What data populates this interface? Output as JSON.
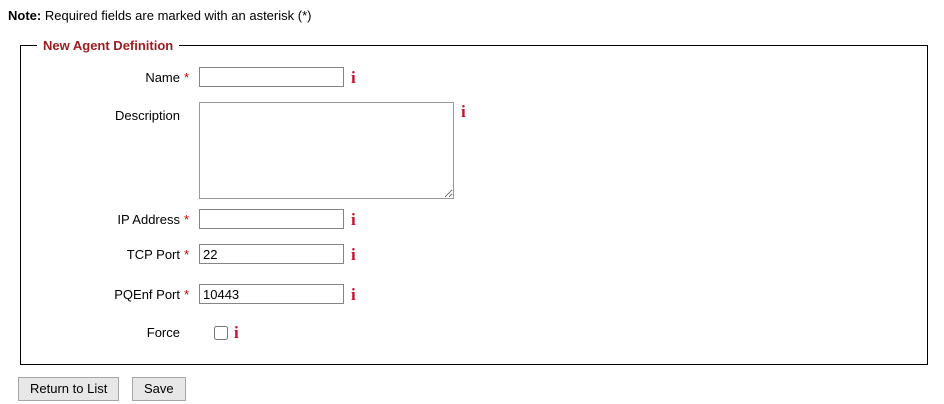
{
  "note": {
    "label": "Note:",
    "text": "Required fields are marked with an asterisk (*)"
  },
  "form": {
    "legend": "New Agent Definition",
    "required_marker": "*",
    "info_icon_glyph": "i",
    "fields": [
      {
        "label": "Name",
        "required": true,
        "type": "text",
        "value": ""
      },
      {
        "label": "Description",
        "required": false,
        "type": "textarea",
        "value": ""
      },
      {
        "label": "IP Address",
        "required": true,
        "type": "text",
        "value": ""
      },
      {
        "label": "TCP Port",
        "required": true,
        "type": "text",
        "value": "22"
      },
      {
        "label": "PQEnf Port",
        "required": true,
        "type": "text",
        "value": "10443"
      },
      {
        "label": "Force",
        "required": false,
        "type": "checkbox",
        "checked": false
      }
    ]
  },
  "buttons": {
    "return_to_list": "Return to List",
    "save": "Save"
  },
  "colors": {
    "legend_red": "#9E1B1E",
    "asterisk_red": "#CC0000",
    "info_icon_red": "#C8102E",
    "field_border_gray": "#858585",
    "fieldset_border": "#000000",
    "button_bg": "#E7E7E7",
    "button_border": "#A6A6A6"
  }
}
